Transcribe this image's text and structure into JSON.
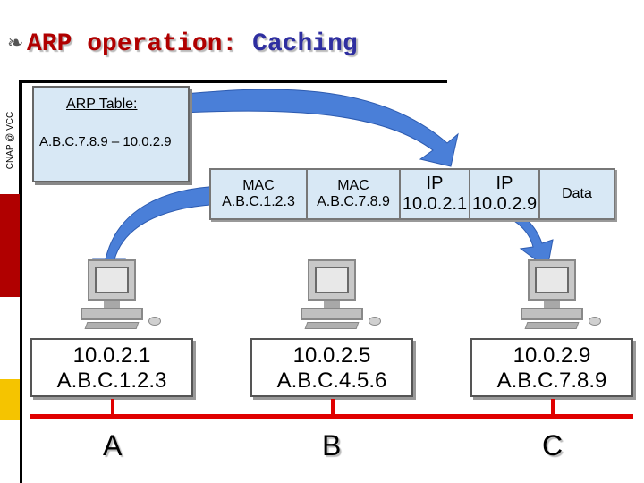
{
  "slide": {
    "bullet": "❧",
    "title_main": "ARP operation:",
    "title_accent": "Caching",
    "side_caption": "CNAP @ VCC"
  },
  "arp_table": {
    "heading": "ARP Table:",
    "entry": "A.B.C.7.8.9 – 10.0.2.9"
  },
  "frame": {
    "mac_src_label": "MAC",
    "mac_src_value": "A.B.C.1.2.3",
    "mac_dst_label": "MAC",
    "mac_dst_value": "A.B.C.7.8.9",
    "ip_src_label": "IP",
    "ip_src_value": "10.0.2.1",
    "ip_dst_label": "IP",
    "ip_dst_value": "10.0.2.9",
    "data_label": "Data"
  },
  "hosts": [
    {
      "ip": "10.0.2.1",
      "mac": "A.B.C.1.2.3",
      "letter": "A"
    },
    {
      "ip": "10.0.2.5",
      "mac": "A.B.C.4.5.6",
      "letter": "B"
    },
    {
      "ip": "10.0.2.9",
      "mac": "A.B.C.7.8.9",
      "letter": "C"
    }
  ],
  "colors": {
    "title_red": "#b00000",
    "title_blue": "#2e2ea0",
    "box_fill": "#d8e8f5",
    "bus_red": "#e00000",
    "arrow_blue": "#4a7fd8"
  },
  "icons": {
    "computer": "computer-icon",
    "arrow": "curved-arrow-icon"
  }
}
